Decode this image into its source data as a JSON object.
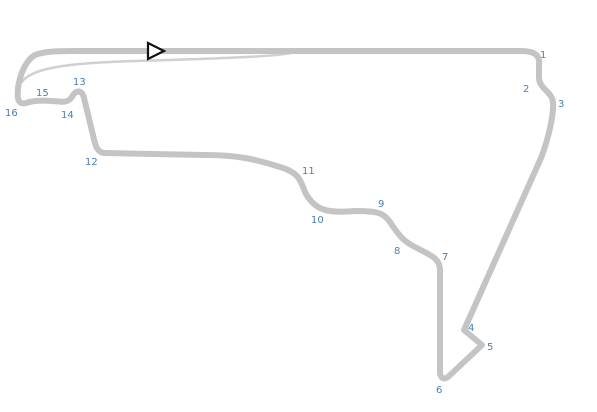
{
  "map": {
    "track_color": "#c4c4c4",
    "pit_lane_color": "#d0d0d0",
    "label_color": "#4a7fb0",
    "start_marker_color": "#111111",
    "start_marker_icon": "start-direction-triangle",
    "turns": [
      "1",
      "2",
      "3",
      "4",
      "5",
      "6",
      "7",
      "8",
      "9",
      "10",
      "11",
      "12",
      "13",
      "14",
      "15",
      "16"
    ]
  }
}
